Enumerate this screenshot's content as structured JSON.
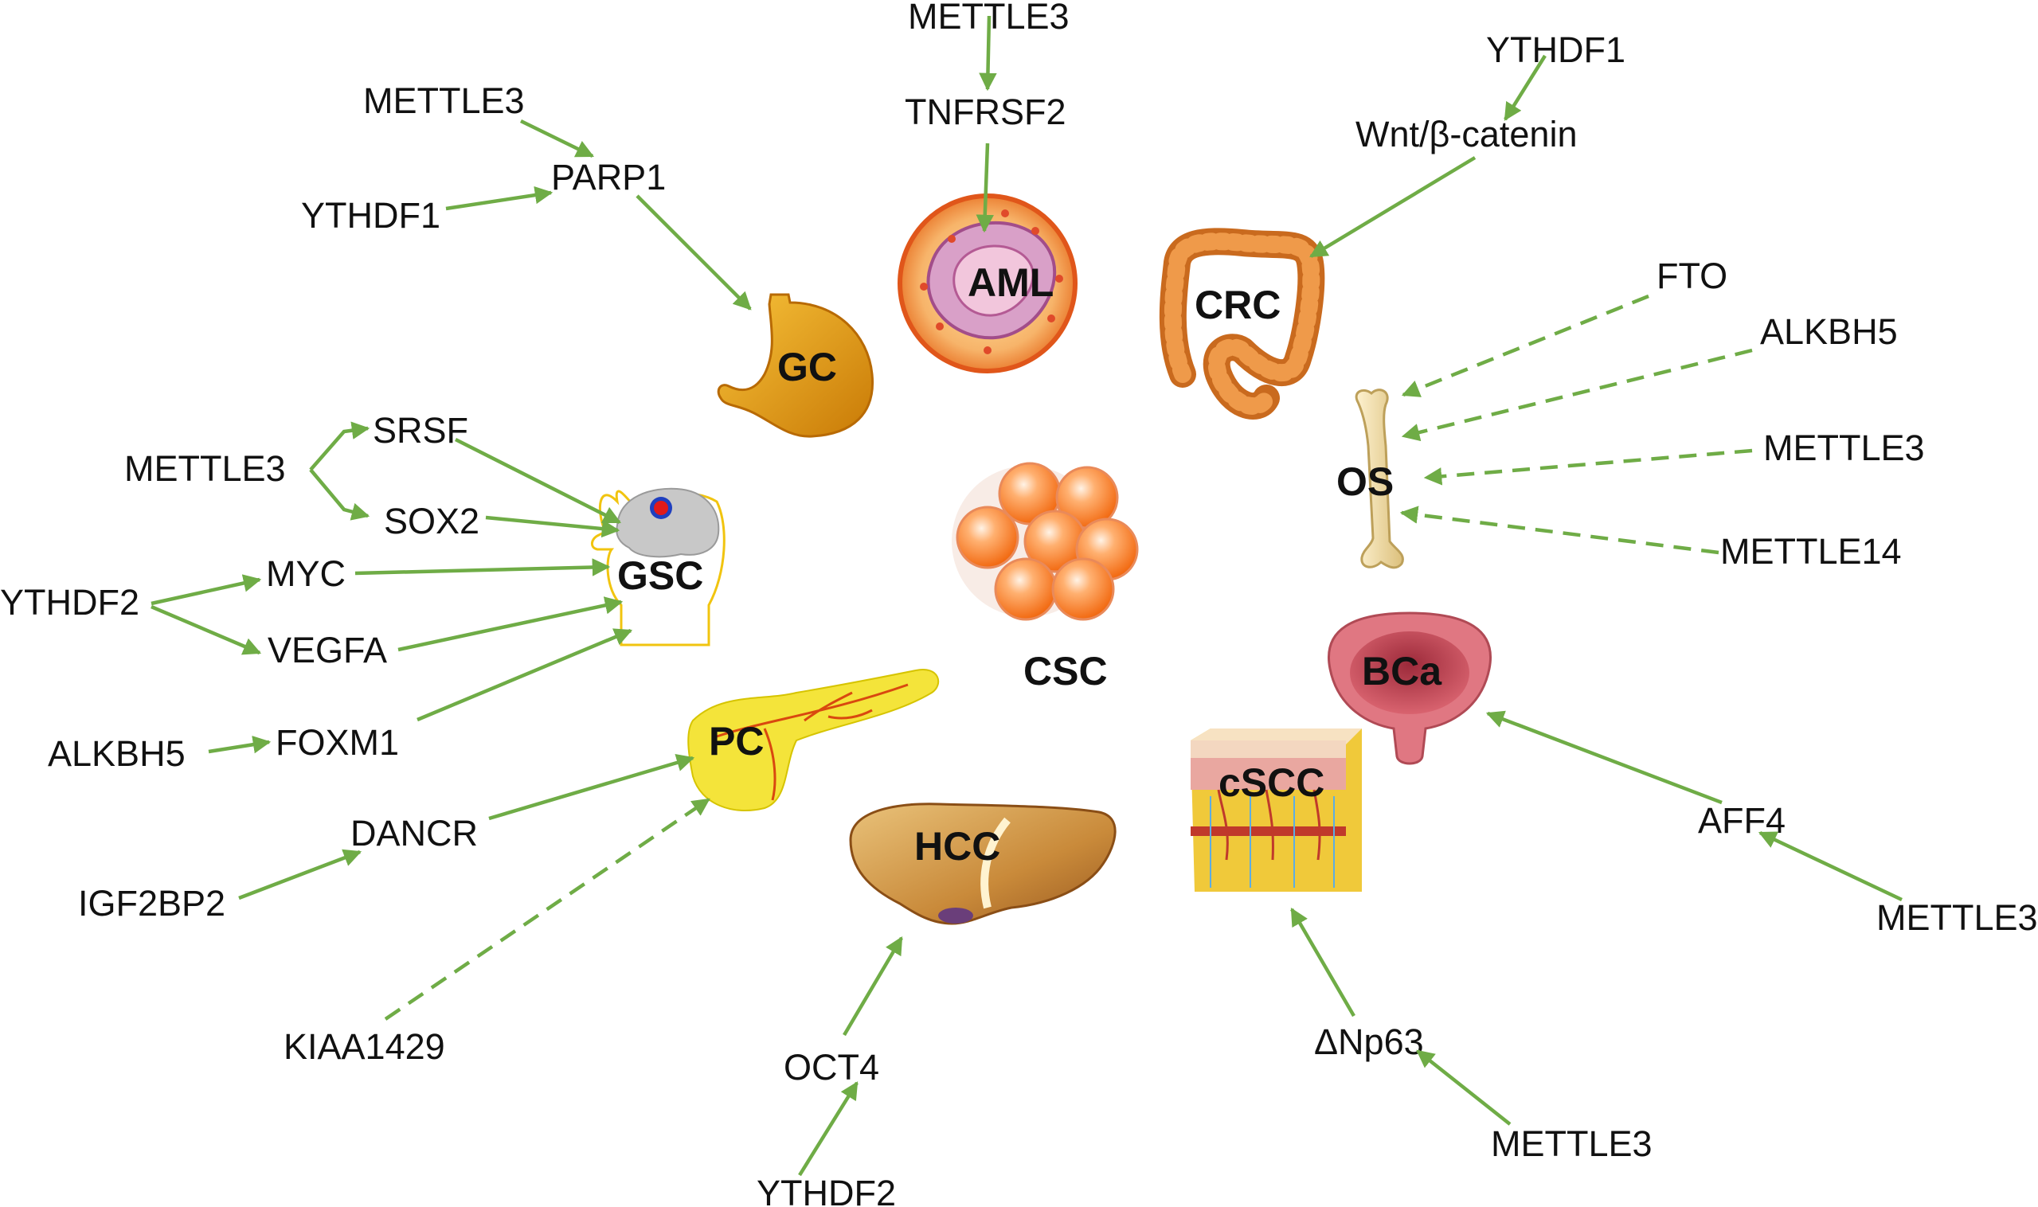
{
  "colors": {
    "arrow": "#6fac46",
    "text": "#111111",
    "background": "#ffffff"
  },
  "organs": {
    "aml": "AML",
    "crc": "CRC",
    "gc": "GC",
    "os": "OS",
    "gsc": "GSC",
    "csc": "CSC",
    "bca": "BCa",
    "pc": "PC",
    "cscc": "cSCC",
    "hcc": "HCC"
  },
  "genes": {
    "aml_mettle3": "METTLE3",
    "aml_tnfrsf2": "TNFRSF2",
    "crc_ythdf1": "YTHDF1",
    "crc_wnt": "Wnt/β-catenin",
    "gc_mettle3": "METTLE3",
    "gc_parp1": "PARP1",
    "gc_ythdf1": "YTHDF1",
    "os_fto": "FTO",
    "os_alkbh5": "ALKBH5",
    "os_mettle3": "METTLE3",
    "os_mettle14": "METTLE14",
    "gsc_srsf": "SRSF",
    "gsc_mettle3": "METTLE3",
    "gsc_sox2": "SOX2",
    "gsc_myc": "MYC",
    "gsc_ythdf2": "YTHDF2",
    "gsc_vegfa": "VEGFA",
    "gsc_foxm1": "FOXM1",
    "gsc_alkbh5": "ALKBH5",
    "pc_dancr": "DANCR",
    "pc_igf2bp2": "IGF2BP2",
    "pc_kiaa1429": "KIAA1429",
    "bca_aff4": "AFF4",
    "bca_mettle3": "METTLE3",
    "hcc_oct4": "OCT4",
    "hcc_ythdf2": "YTHDF2",
    "cscc_dnp63": "ΔNp63",
    "cscc_mettle3": "METTLE3"
  }
}
